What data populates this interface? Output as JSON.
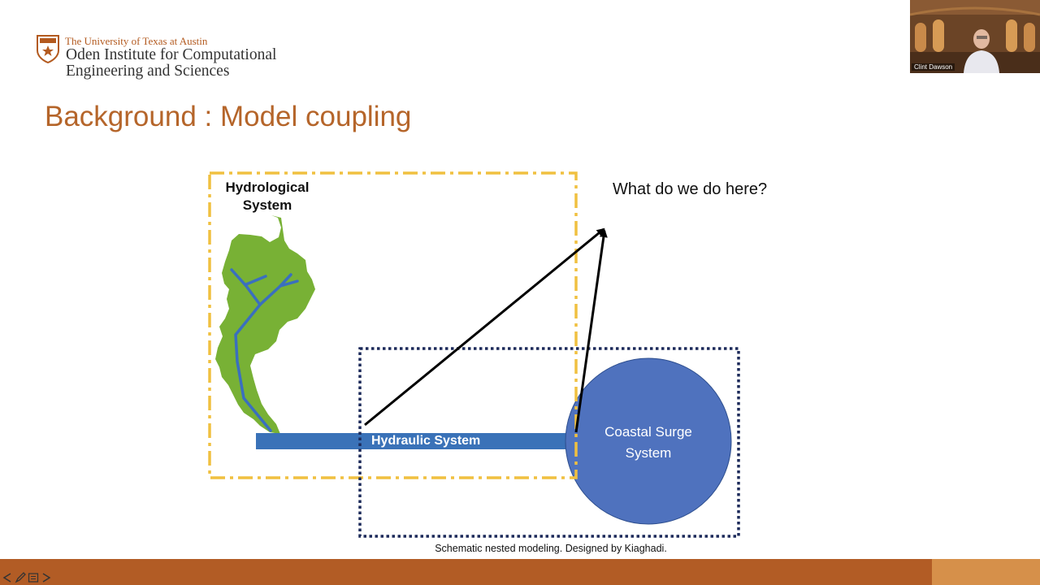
{
  "header": {
    "university": "The University of Texas at Austin",
    "institute_line1": "Oden Institute for Computational",
    "institute_line2": "Engineering and Sciences"
  },
  "slide": {
    "title": "Background : Model coupling",
    "caption": "Schematic nested modeling. Designed by Kiaghadi."
  },
  "diagram": {
    "hydrological_label": "Hydrological\nSystem",
    "hydraulic_label": "Hydraulic System",
    "coastal_label": "Coastal Surge\nSystem",
    "question": "What do we do here?"
  },
  "video": {
    "participant_name": "Clint Dawson"
  },
  "colors": {
    "title": "#b5652a",
    "hydrological_box": "#f0c040",
    "coastal_box": "#1c2a5a",
    "watershed": "#78b135",
    "river": "#3a6fbf",
    "hydraulic_channel": "#3a72b8",
    "coastal_circle": "#4f72be",
    "footer": "#b25c25",
    "footer_accent": "#d6904a"
  },
  "icons": [
    "ut-shield-icon",
    "nav-prev-icon",
    "pen-icon",
    "menu-icon",
    "nav-next-icon"
  ]
}
